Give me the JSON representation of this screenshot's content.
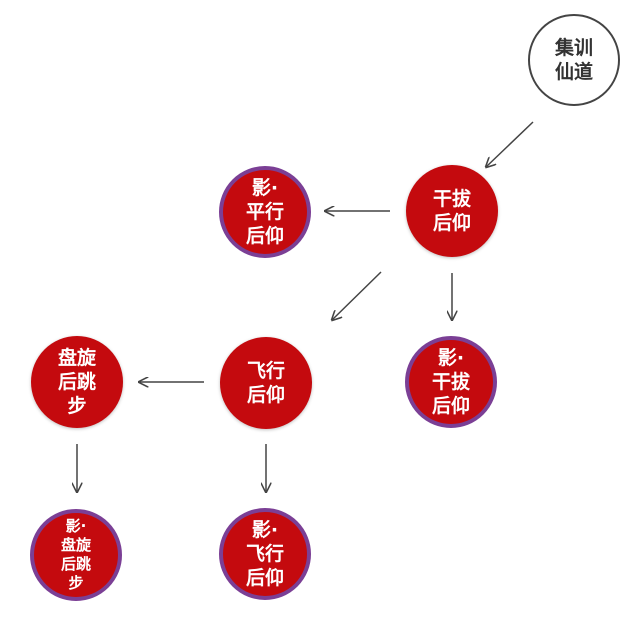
{
  "colors": {
    "node_fill": "#c40a0e",
    "shadow_ring": "#7b3f95",
    "start_border": "#444444",
    "arrow": "#444444",
    "text_light": "#ffffff",
    "text_dark": "#333333"
  },
  "nodes": {
    "start": {
      "label": "集训\n仙道"
    },
    "gan_ba": {
      "label": "干拔\n后仰"
    },
    "ying_ping_xing": {
      "label": "影·\n平行\n后仰"
    },
    "fei_xing": {
      "label": "飞行\n后仰"
    },
    "ying_gan_ba": {
      "label": "影·\n干拔\n后仰"
    },
    "pan_xuan": {
      "label": "盘旋\n后跳\n步"
    },
    "ying_pan_xuan": {
      "label": "影·\n盘旋\n后跳\n步"
    },
    "ying_fei_xing": {
      "label": "影·\n飞行\n后仰"
    }
  },
  "edges": [
    {
      "from": "start",
      "to": "gan_ba"
    },
    {
      "from": "gan_ba",
      "to": "ying_ping_xing"
    },
    {
      "from": "gan_ba",
      "to": "fei_xing"
    },
    {
      "from": "gan_ba",
      "to": "ying_gan_ba"
    },
    {
      "from": "fei_xing",
      "to": "pan_xuan"
    },
    {
      "from": "fei_xing",
      "to": "ying_fei_xing"
    },
    {
      "from": "pan_xuan",
      "to": "ying_pan_xuan"
    }
  ]
}
